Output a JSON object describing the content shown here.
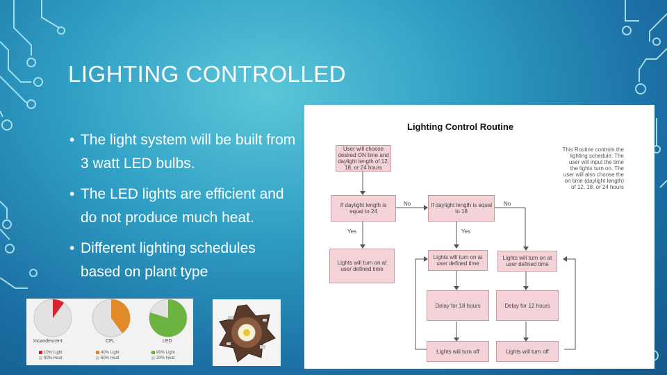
{
  "slide": {
    "title": "LIGHTING CONTROLLED",
    "bullets": [
      "The light system will be built from 3 watt LED bulbs.",
      "The LED lights are efficient and do not produce much heat.",
      "Different lighting schedules based on plant type"
    ]
  },
  "flowchart": {
    "title": "Lighting Control Routine",
    "user_box": "User will choose desired ON time and daylight length of 12, 18, or 24 hours",
    "note": "This Routine controls the lighting schedule. The user will input the time the lights turn on. The user will also choose the on time (daylight length) of 12, 18, or 24 hours",
    "decision_24": "If daylight length is equal to 24",
    "decision_18": "If daylight length is equal to 18",
    "no_label": "No",
    "yes_label": "Yes",
    "turn_on_user": "Lights will turn on at user defined time",
    "turn_on_18": "Lights will turn on at user defined time",
    "turn_on_12": "Lights will turn on at user defined time",
    "delay_18": "Delay for 18 hours",
    "delay_12": "Delay for 12 hours",
    "off_18": "Lights will turn off",
    "off_12": "Lights will turn off"
  },
  "efficiency": {
    "pies": [
      {
        "name": "Incandescent",
        "light": "10% Light",
        "heat": "90% Heat",
        "color": "#d9232e"
      },
      {
        "name": "CFL",
        "light": "40% Light",
        "heat": "60% Heat",
        "color": "#e08a2a"
      },
      {
        "name": "LED",
        "light": "80% Light",
        "heat": "20% Heat",
        "color": "#6db33f"
      }
    ]
  },
  "colors": {
    "box_fill": "#f4d3d8",
    "box_border": "#c99aa2"
  }
}
